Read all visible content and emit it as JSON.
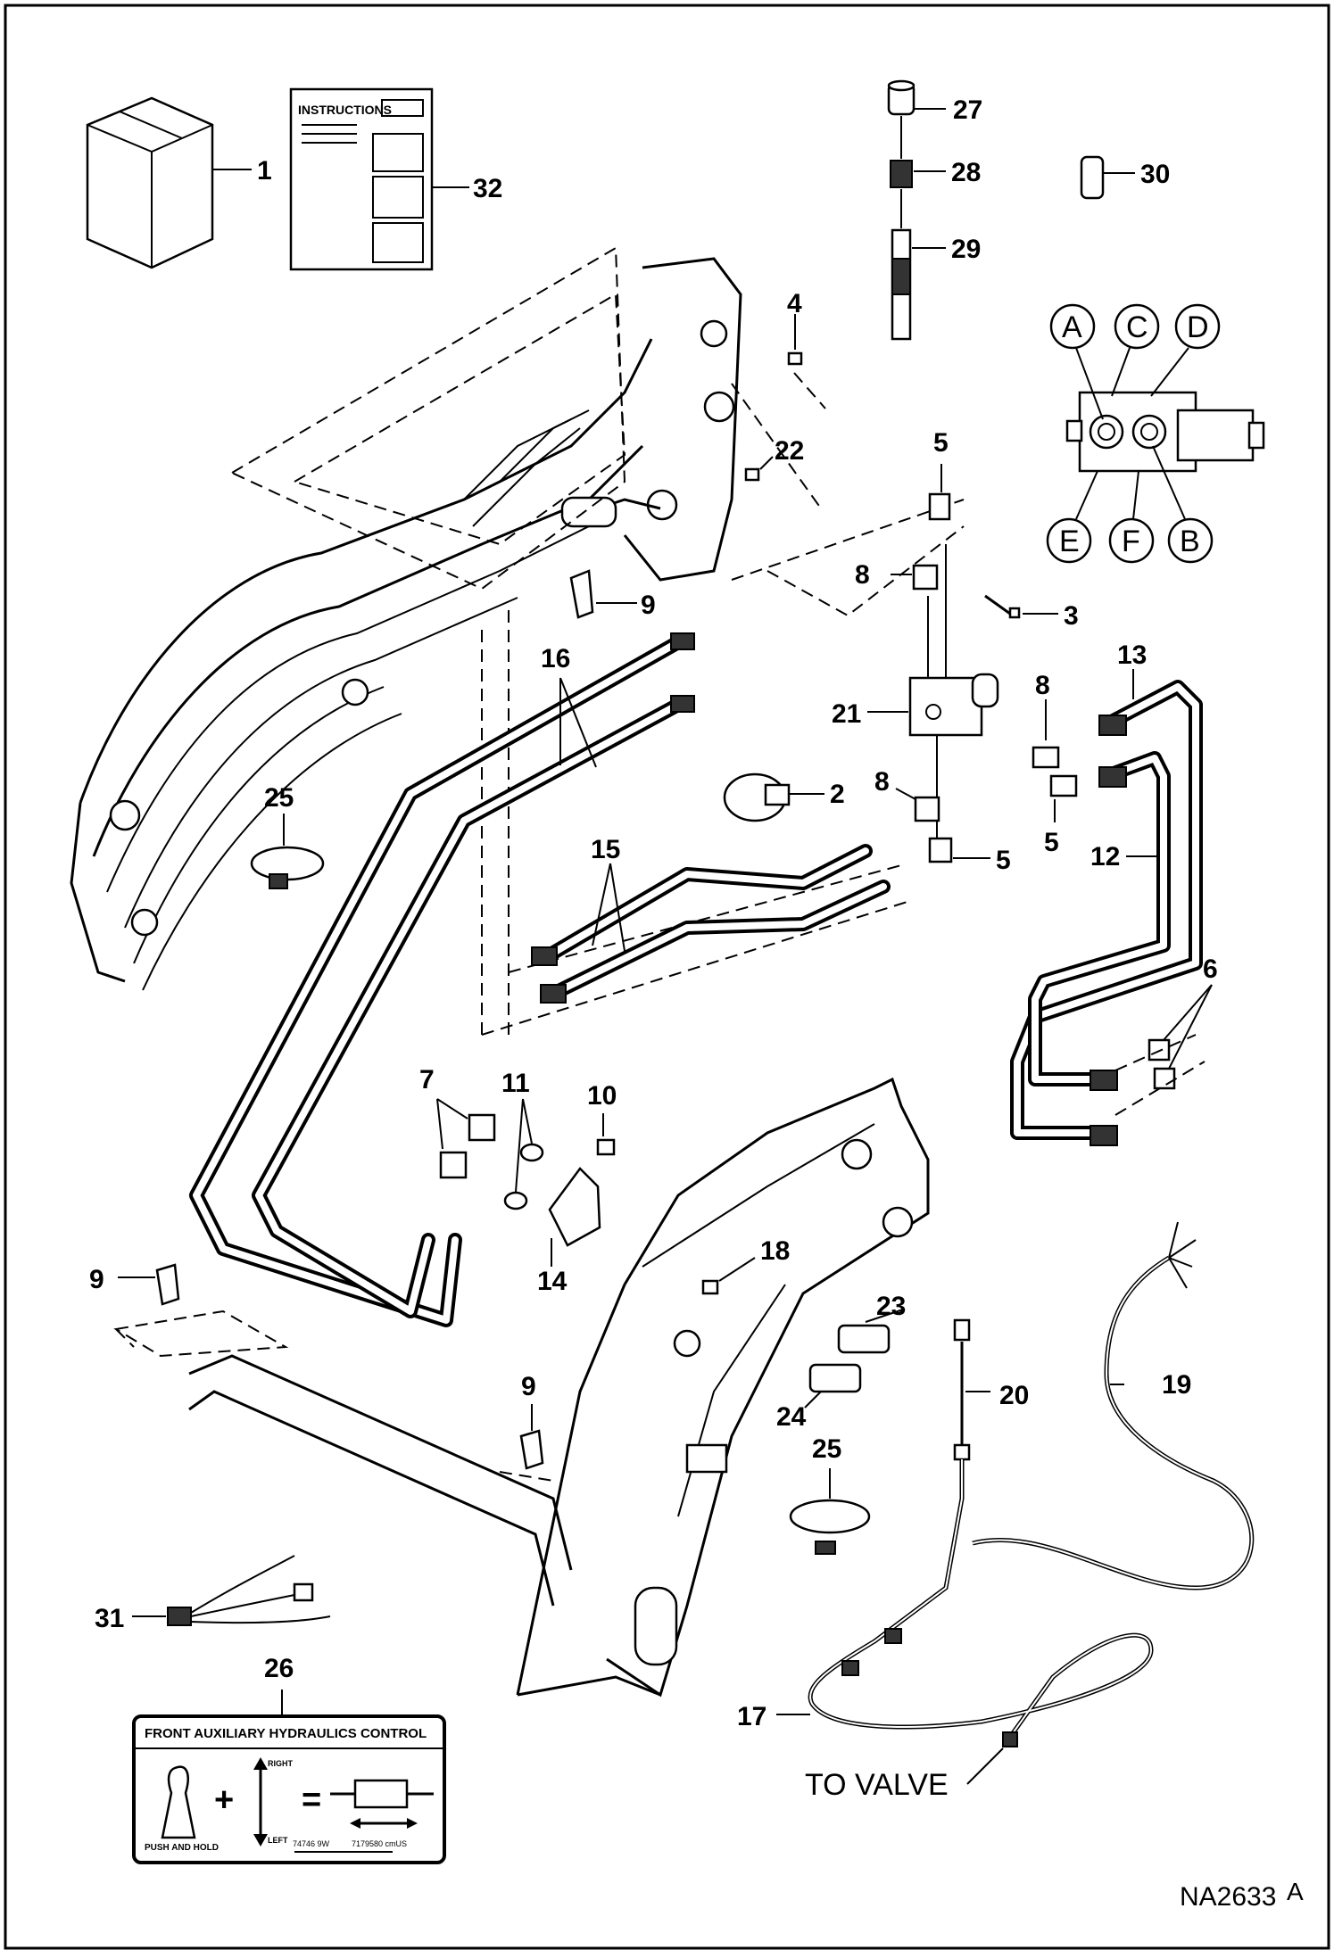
{
  "diagram": {
    "drawing_id": "NA2633",
    "revision": "A",
    "to_valve_label": "TO VALVE",
    "instructions_label": "INSTRUCTIONS",
    "valve_port_labels": [
      "A",
      "C",
      "D",
      "E",
      "F",
      "B"
    ],
    "callouts": [
      "1",
      "32",
      "27",
      "28",
      "29",
      "30",
      "4",
      "22",
      "5",
      "8",
      "3",
      "9",
      "16",
      "21",
      "13",
      "2",
      "8",
      "15",
      "5",
      "12",
      "25",
      "6",
      "7",
      "11",
      "10",
      "14",
      "18",
      "23",
      "9",
      "24",
      "20",
      "19",
      "9",
      "25",
      "31",
      "26",
      "17",
      "5",
      "8"
    ]
  },
  "decal": {
    "title": "FRONT AUXILIARY HYDRAULICS CONTROL",
    "push_and_hold": "PUSH AND HOLD",
    "right": "RIGHT",
    "left": "LEFT",
    "plus": "+",
    "equals": "=",
    "part_number_left": "74746 9W",
    "part_number_right": "7179580 cmUS"
  }
}
